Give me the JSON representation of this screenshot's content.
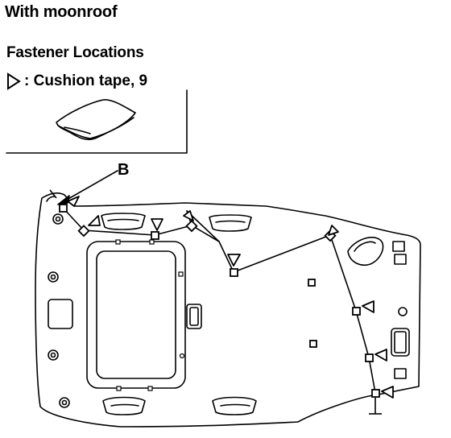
{
  "title": "With moonroof",
  "subtitle": "Fastener Locations",
  "legend": {
    "symbol": "triangle",
    "text": ": Cushion tape, 9"
  },
  "callouts": [
    "B"
  ],
  "colors": {
    "ink": "#000000",
    "paper": "#ffffff"
  }
}
